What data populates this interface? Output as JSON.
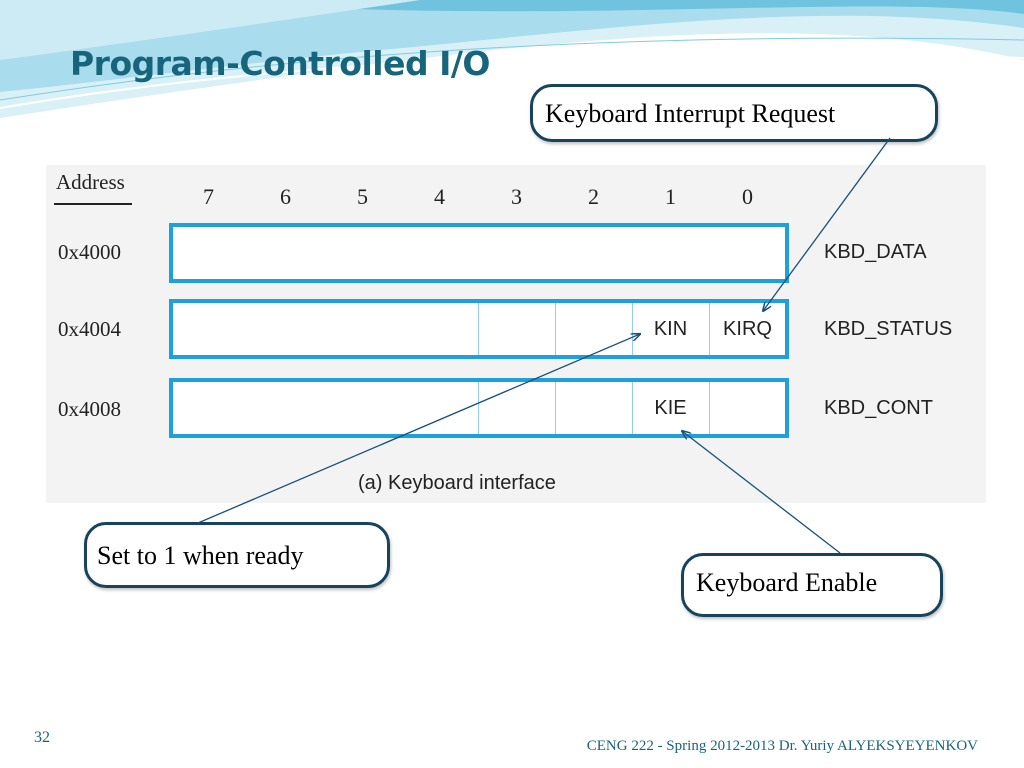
{
  "slide": {
    "title": "Program-Controlled I/O",
    "page_number": "32",
    "footer": "CENG 222 - Spring 2012-2013   Dr. Yuriy ALYEKSYEYENKOV",
    "colors": {
      "title": "#17657c",
      "register_border": "#1ea1da",
      "callout_border": "#17445c",
      "arrow": "#17507a"
    }
  },
  "figure": {
    "address_header": "Address",
    "bit_numbers": [
      "7",
      "6",
      "5",
      "4",
      "3",
      "2",
      "1",
      "0"
    ],
    "caption": "(a) Keyboard interface",
    "registers": [
      {
        "address": "0x4000",
        "name": "KBD_DATA",
        "bit1": "",
        "bit0": ""
      },
      {
        "address": "0x4004",
        "name": "KBD_STATUS",
        "bit1": "KIN",
        "bit0": "KIRQ"
      },
      {
        "address": "0x4008",
        "name": "KBD_CONT",
        "bit1": "KIE",
        "bit0": ""
      }
    ]
  },
  "callouts": {
    "kirq": "Keyboard Interrupt Request",
    "kin": "Set to 1 when ready",
    "kie": "Keyboard Enable"
  }
}
